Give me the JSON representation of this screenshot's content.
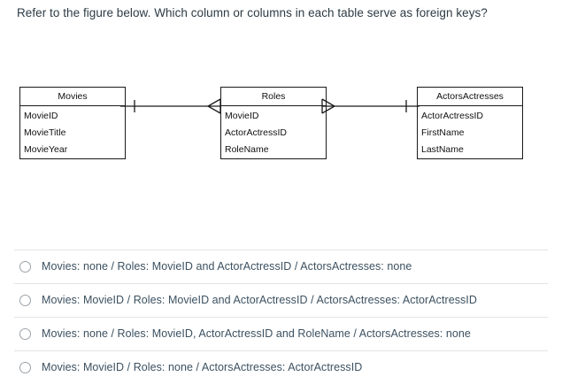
{
  "question": {
    "prompt": "Refer to the figure below. Which column or columns in each table serve as foreign keys?"
  },
  "diagram": {
    "type": "entity-relationship-diagram",
    "tables": [
      {
        "name": "Movies",
        "fields": [
          "MovieID",
          "MovieTitle",
          "MovieYear"
        ]
      },
      {
        "name": "Roles",
        "fields": [
          "MovieID",
          "ActorActressID",
          "RoleName"
        ]
      },
      {
        "name": "ActorsActresses",
        "fields": [
          "ActorActressID",
          "FirstName",
          "LastName"
        ]
      }
    ],
    "relationships": [
      {
        "from": "Movies",
        "to": "Roles",
        "from_cardinality": "one",
        "to_cardinality": "many"
      },
      {
        "from": "Roles",
        "to": "ActorsActresses",
        "from_cardinality": "many",
        "to_cardinality": "one"
      }
    ]
  },
  "answers": {
    "options": [
      {
        "label": "Movies: none / Roles: MovieID and ActorActressID / ActorsActresses: none",
        "selected": false
      },
      {
        "label": "Movies: MovieID / Roles: MovieID and ActorActressID / ActorsActresses: ActorActressID",
        "selected": false
      },
      {
        "label": "Movies: none / Roles: MovieID, ActorActressID and RoleName / ActorsActresses: none",
        "selected": false
      },
      {
        "label": "Movies: MovieID / Roles: none / ActorsActresses: ActorActressID",
        "selected": false
      }
    ]
  },
  "colors": {
    "text": "#2d3b45",
    "answer_text": "#3c5161",
    "diagram_line": "#1a1a1a",
    "separator": "#e2e4e6",
    "radio_border": "#9aa2a8",
    "background": "#ffffff"
  }
}
